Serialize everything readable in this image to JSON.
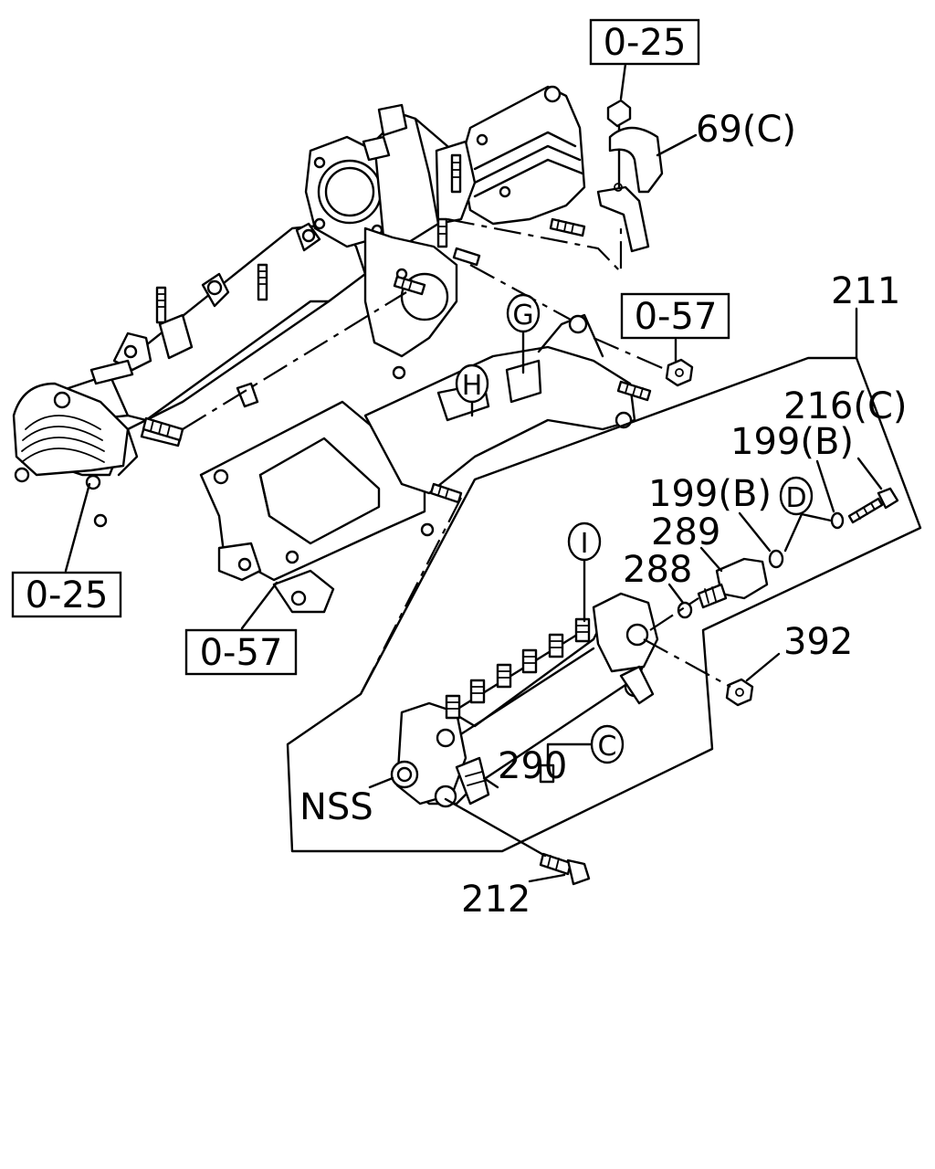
{
  "labels": {
    "ref_0_25_top": "0-25",
    "ref_0_25_left": "0-25",
    "ref_0_57_right": "0-57",
    "ref_0_57_bottom": "0-57",
    "part_69c": "69(C)",
    "part_211": "211",
    "part_216c": "216(C)",
    "part_199b_a": "199(B)",
    "part_199b_b": "199(B)",
    "part_289": "289",
    "part_288": "288",
    "part_392": "392",
    "part_290": "290",
    "part_nss": "NSS",
    "part_212": "212",
    "callout_g": "G",
    "callout_h": "H",
    "callout_i": "I",
    "callout_d": "D",
    "callout_c": "C"
  }
}
